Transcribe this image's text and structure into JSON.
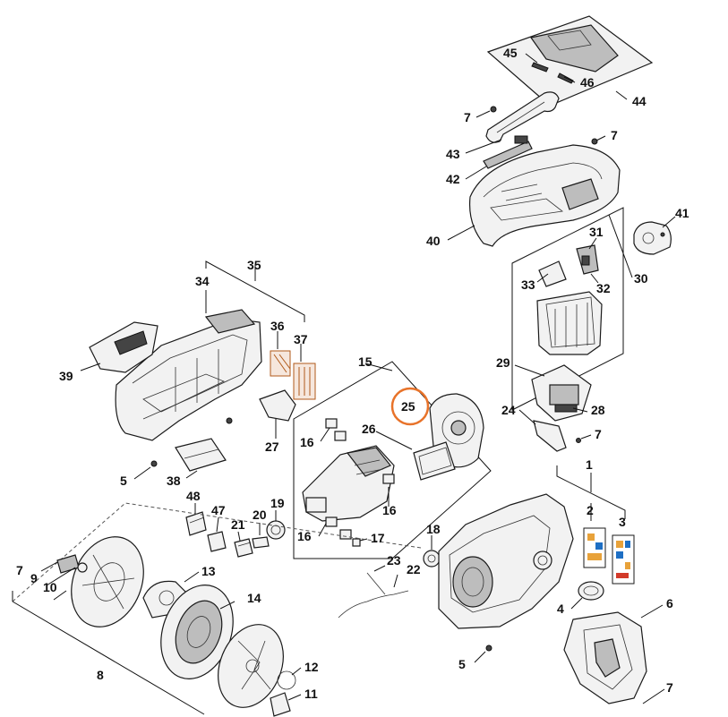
{
  "diagram": {
    "callouts": [
      "1",
      "2",
      "3",
      "4",
      "5",
      "5",
      "6",
      "7",
      "7",
      "7",
      "7",
      "7",
      "8",
      "9",
      "10",
      "11",
      "12",
      "13",
      "14",
      "15",
      "16",
      "16",
      "16",
      "17",
      "18",
      "19",
      "20",
      "21",
      "22",
      "23",
      "24",
      "25",
      "26",
      "27",
      "28",
      "29",
      "30",
      "31",
      "32",
      "33",
      "34",
      "35",
      "36",
      "37",
      "38",
      "39",
      "40",
      "41",
      "42",
      "43",
      "44",
      "45",
      "46",
      "47",
      "48"
    ],
    "highlighted_callout": "25",
    "highlight_color": "#e8732a"
  }
}
